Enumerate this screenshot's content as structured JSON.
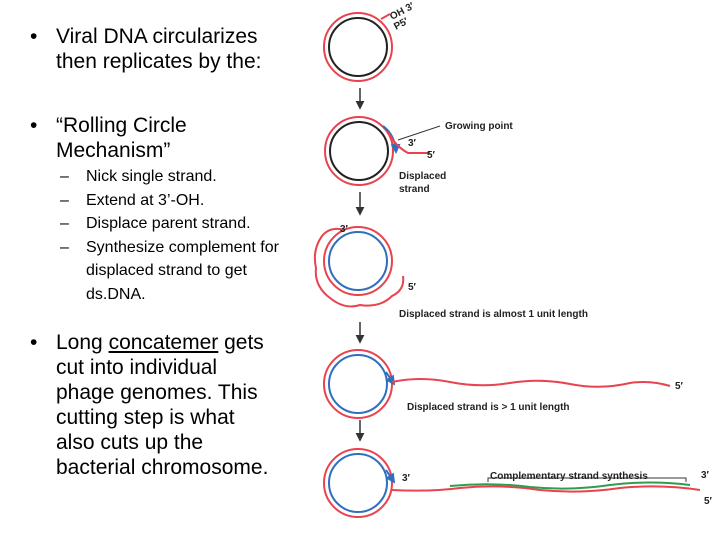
{
  "bullets": {
    "b1": {
      "text": "Viral DNA circularizes\nthen replicates by the:"
    },
    "b2": {
      "text": "“Rolling Circle\nMechanism”"
    },
    "subitems": [
      "Nick single strand.",
      "Extend at 3’-OH.",
      "Displace parent strand.",
      "Synthesize complement for\ndisplaced strand to get\nds.DNA."
    ],
    "b3": {
      "pre": "Long ",
      "underlined": "concatemer",
      "post": " gets\ncut into individual\nphage genomes.  This\ncutting step is what\nalso cuts up the\nbacterial chromosome."
    },
    "bullet_symbol": "•",
    "dash_symbol": "–"
  },
  "diagram": {
    "end_labels": {
      "oh3": "OH 3′",
      "p5": "P5′",
      "three_prime": "3′",
      "five_prime": "5′"
    },
    "labels": {
      "growing_point": "Growing point",
      "displaced": "Displaced",
      "strand": "strand",
      "almost_one_unit": "Displaced strand is almost 1 unit length",
      "gt_one_unit": "Displaced strand is > 1 unit length",
      "complementary": "Complementary strand synthesis"
    },
    "colors": {
      "parent": "#e8434f",
      "new_strand": "#2f6fbf",
      "complement": "#2e9e4e",
      "arrow": "#333333"
    }
  }
}
